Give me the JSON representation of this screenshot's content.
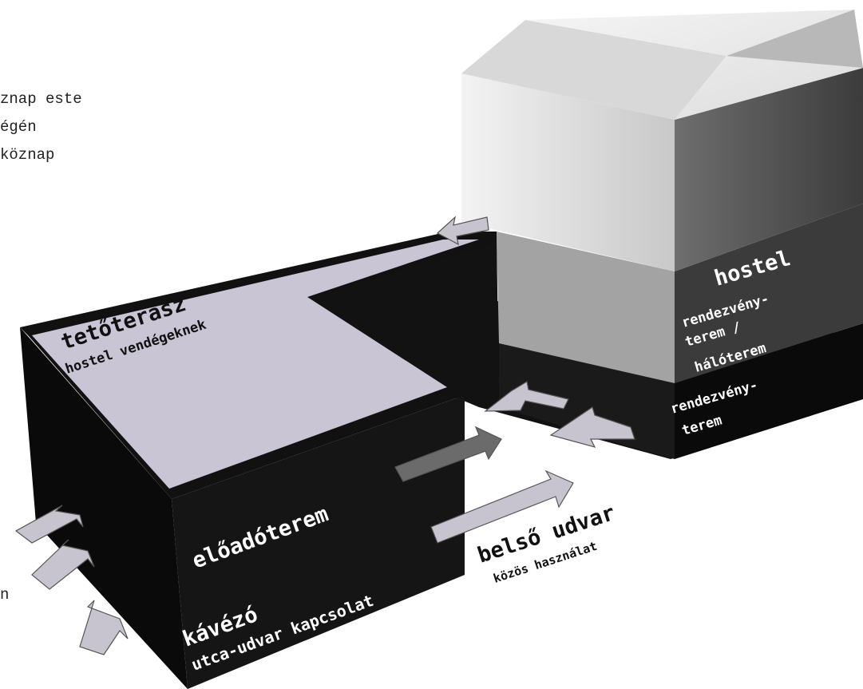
{
  "side_notes": [
    "znap este",
    "égén",
    "köznap",
    "n"
  ],
  "labels": {
    "hostel": "hostel",
    "upper_room_line1": "rendezvény-",
    "upper_room_line2": "terem /",
    "upper_room_line3": "hálóterem",
    "lower_room_line1": "rendezvény-",
    "lower_room_line2": "terem",
    "roof_title": "tetőterasz",
    "roof_sub": "hostel vendégeknek",
    "lecture": "előadóterem",
    "courtyard_title": "belső udvar",
    "courtyard_sub": "közös használat",
    "cafe_title": "kávézó",
    "cafe_sub": "utca-udvar kapcsolat"
  },
  "colors": {
    "block_dark": "#0d0d0d",
    "roof": "#c9c5d4",
    "arrow": "#c7c4cf",
    "hostel_light": "#e9e9e9"
  }
}
